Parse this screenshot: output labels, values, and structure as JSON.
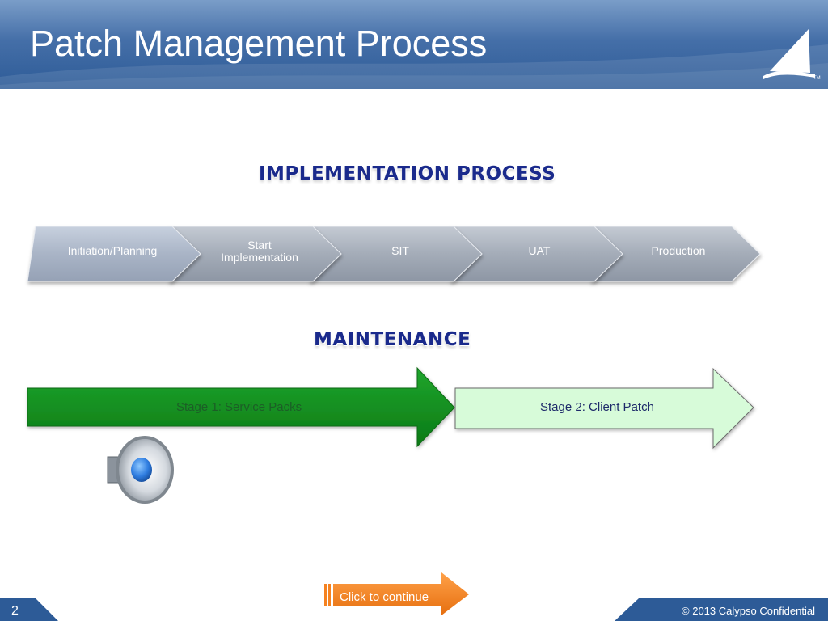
{
  "slide": {
    "title": "Patch Management Process",
    "page_number": "2",
    "copyright": "©  2013 Calypso Confidential"
  },
  "implementation": {
    "heading": "IMPLEMENTATION PROCESS",
    "steps": [
      {
        "line1": "Initiation/Planning",
        "line2": ""
      },
      {
        "line1": "Start",
        "line2": "Implementation"
      },
      {
        "line1": "SIT",
        "line2": ""
      },
      {
        "line1": "UAT",
        "line2": ""
      },
      {
        "line1": "Production",
        "line2": ""
      }
    ]
  },
  "maintenance": {
    "heading": "MAINTENANCE",
    "stage1": "Stage 1: Service Packs",
    "stage2": "Stage 2: Client Patch"
  },
  "navigation": {
    "continue_label": "Click to continue"
  },
  "icons": {
    "logo": "calypso-logo-icon",
    "audio": "speaker-icon"
  },
  "colors": {
    "header_blue": "#2d5b97",
    "heading_navy": "#1a2a8c",
    "stage1_green": "#0f8a1c",
    "stage2_mint": "#d7fbd9",
    "continue_orange": "#f58220",
    "chevron_gray": "#a4acb8"
  }
}
